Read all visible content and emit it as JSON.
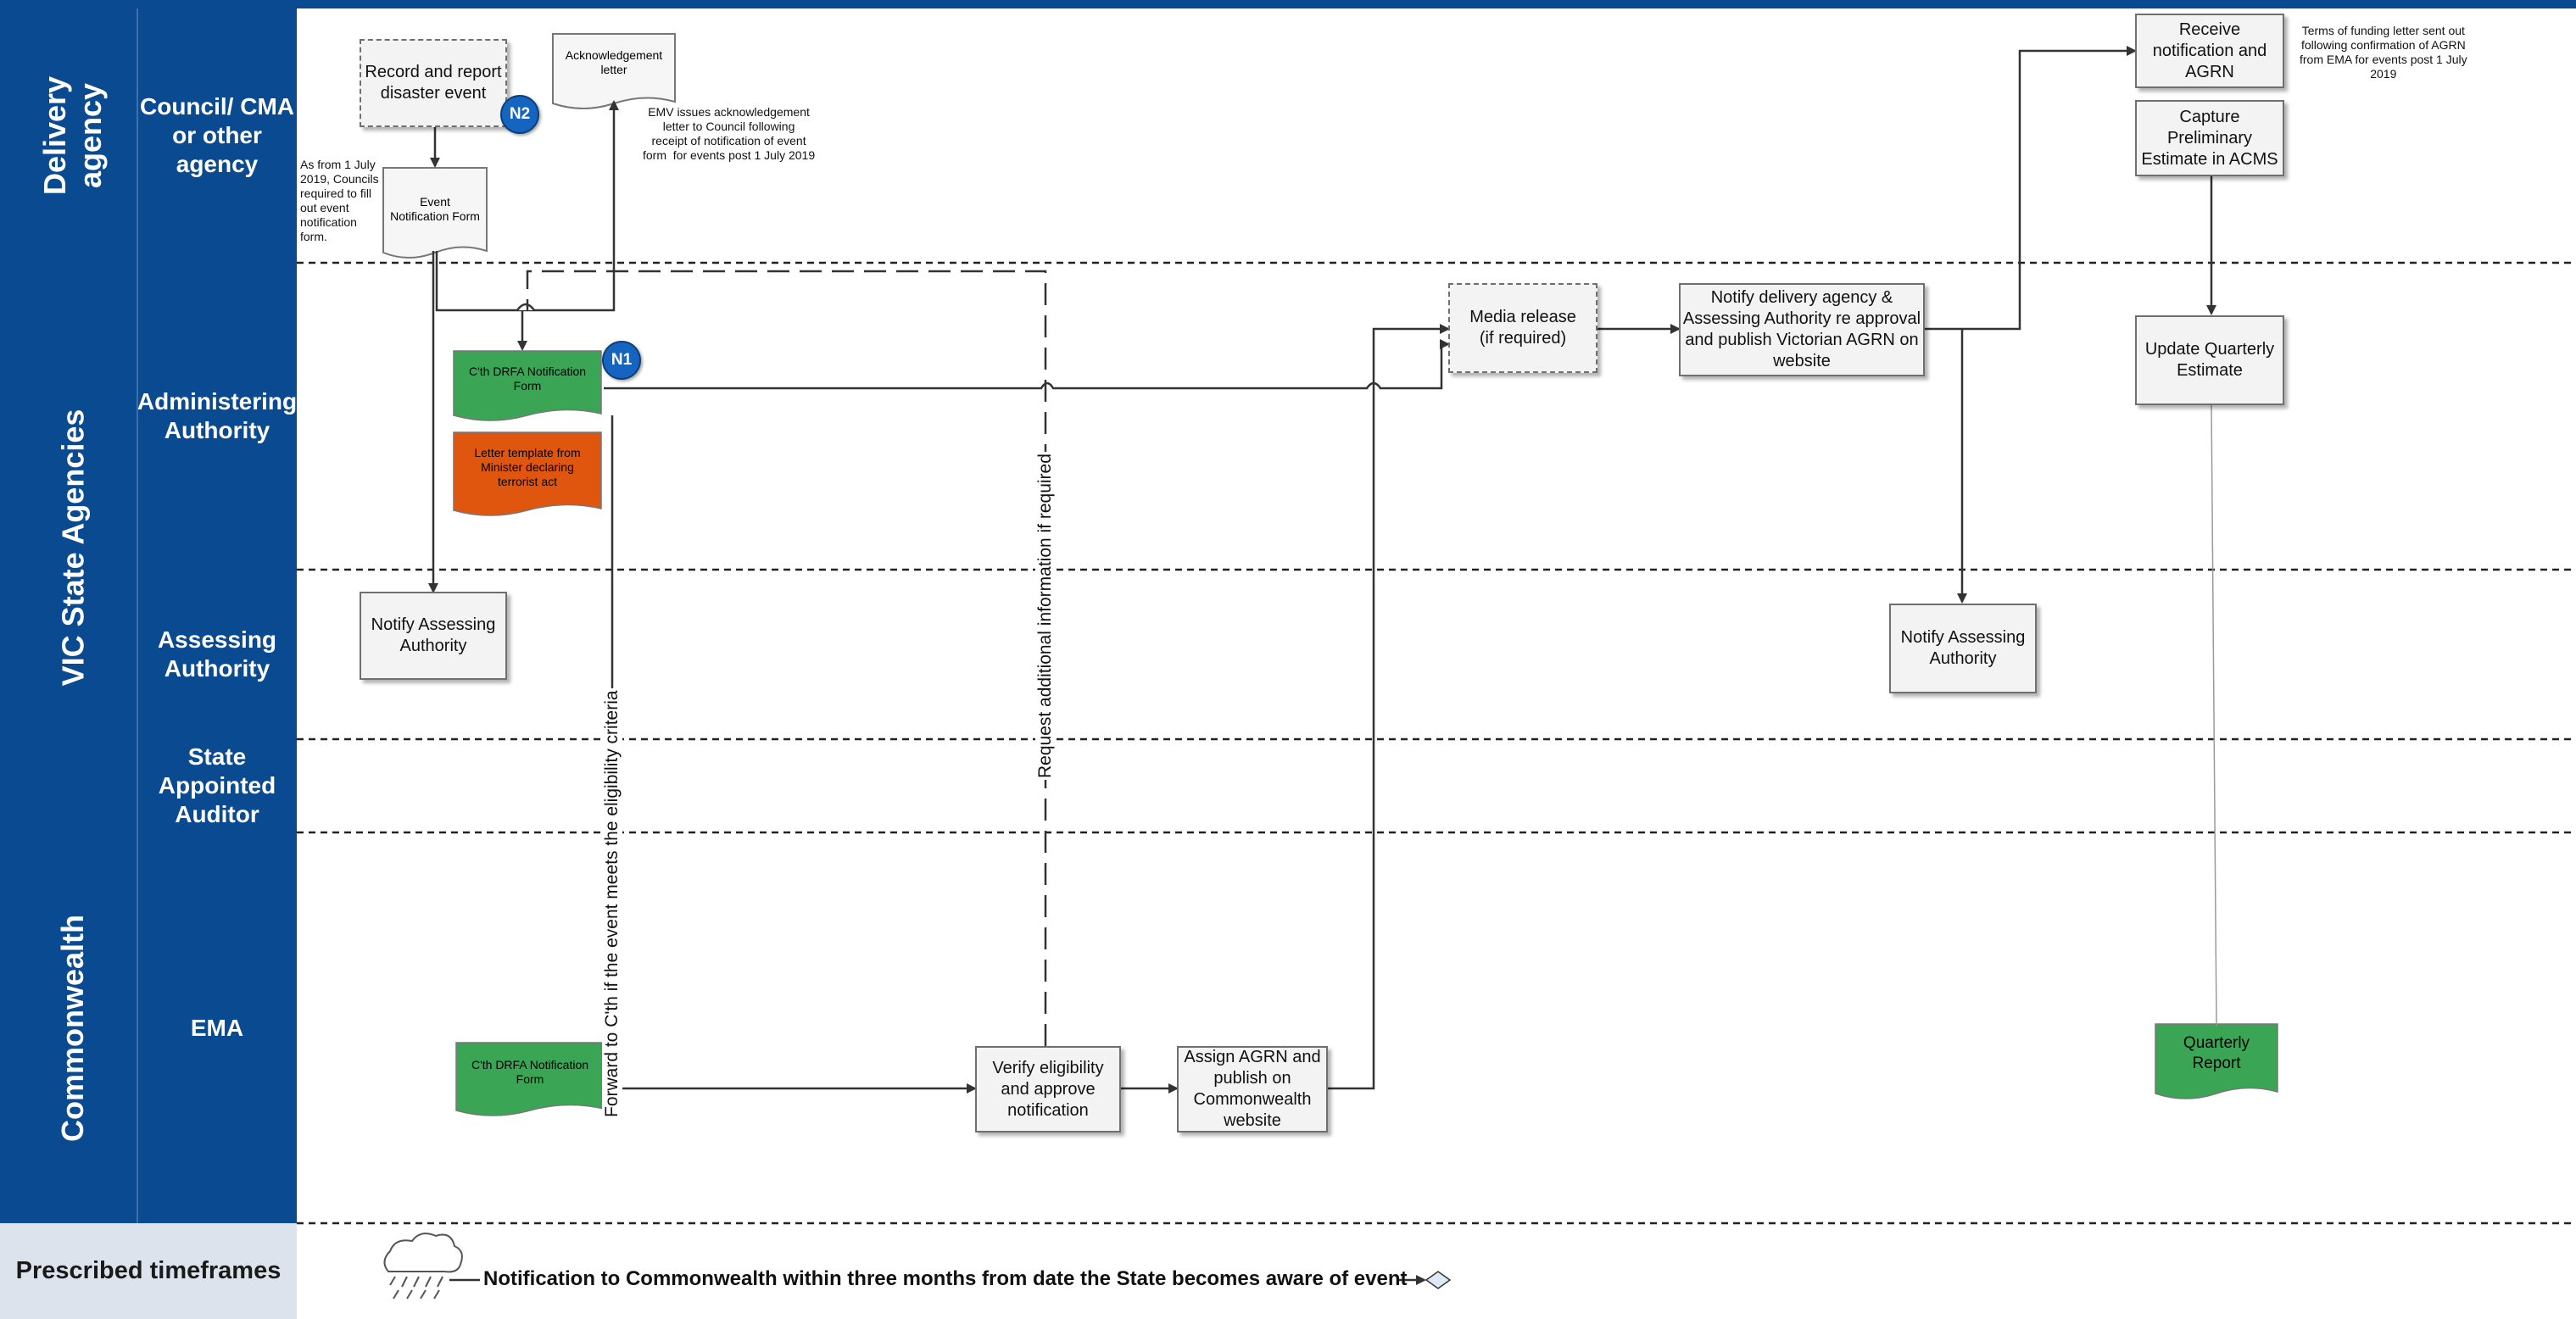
{
  "colors": {
    "band": "#0a4a91",
    "green_doc": "#3aa655",
    "orange_doc": "#e0560f",
    "badge": "#1565c0"
  },
  "bands": {
    "delivery": "Delivery\nagency",
    "vic": "VIC State Agencies",
    "commonwealth": "Commonwealth"
  },
  "lanes": {
    "council": "Council/ CMA\nor other\nagency",
    "administering": "Administering\nAuthority",
    "assessing": "Assessing\nAuthority",
    "auditor": "State\nAppointed\nAuditor",
    "ema": "EMA"
  },
  "footer": {
    "label": "Prescribed timeframes",
    "text": "Notification to Commonwealth within three months from date the State becomes aware of event",
    "icon": "storm-cloud-icon"
  },
  "nodes": {
    "record_report": "Record and report\ndisaster event",
    "ack_letter": "Acknowledgement\nletter",
    "event_notification_form": "Event\nNotification Form",
    "cth_form_admin": "C'th DRFA Notification\nForm",
    "letter_template": "Letter template from\nMinister declaring\nterrorist act",
    "notify_assessing_1": "Notify Assessing\nAuthority",
    "cth_form_ema": "C'th DRFA Notification\nForm",
    "verify": "Verify eligibility\nand approve\nnotification",
    "assign_agrn": "Assign AGRN and\npublish on\nCommonwealth\nwebsite",
    "media_release": "Media release\n(if required)",
    "notify_delivery": "Notify delivery agency &\nAssessing Authority re approval\nand publish Victorian AGRN on\nwebsite",
    "notify_assessing_2": "Notify Assessing\nAuthority",
    "receive_notification": "Receive\nnotification and\nAGRN",
    "capture_estimate": "Capture\nPreliminary\nEstimate in ACMS",
    "update_estimate": "Update Quarterly\nEstimate",
    "quarterly_report": "Quarterly\nReport"
  },
  "badges": {
    "n1": "N1",
    "n2": "N2"
  },
  "notes": {
    "council_note": "As from 1 July\n2019, Councils\nrequired to fill\nout event\nnotification\nform.",
    "emv_note": "EMV issues acknowledgement\nletter to Council following\nreceipt of notification of event\nform  for events post 1 July 2019",
    "terms_note": "Terms of funding letter sent out\nfollowing confirmation of AGRN\nfrom EMA for events post 1 July\n2019"
  },
  "flow_labels": {
    "forward": "Forward to C'th if the event meets the eligibility criteria",
    "request": "Request additional information if required"
  }
}
